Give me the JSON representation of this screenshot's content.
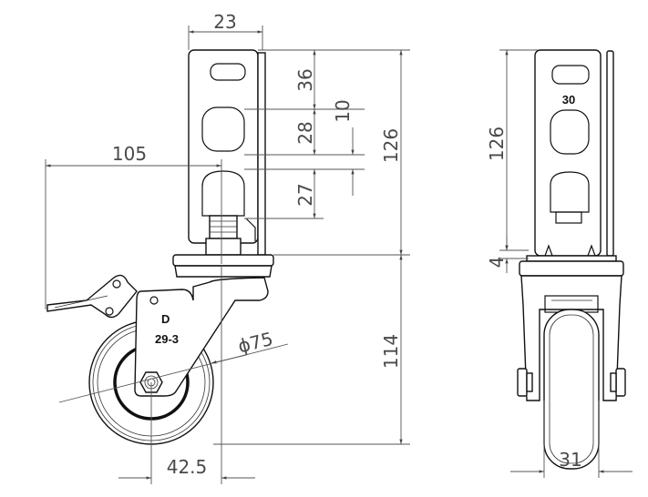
{
  "side_view": {
    "dimensions": {
      "bracket_width": "23",
      "hole_pitch_top": "36",
      "hole_gap": "10",
      "hole_pitch_mid": "28",
      "hole_pitch_bottom": "27",
      "bracket_height": "126",
      "brake_reach": "105",
      "wheel_diameter": "ϕ75",
      "wheel_height": "114",
      "offset": "42.5"
    },
    "markings": {
      "logo": "D",
      "model": "29-3"
    }
  },
  "front_view": {
    "dimensions": {
      "bracket_height": "126",
      "plate_thickness": "4",
      "wheel_width": "31"
    },
    "markings": {
      "bracket_size": "30"
    }
  }
}
